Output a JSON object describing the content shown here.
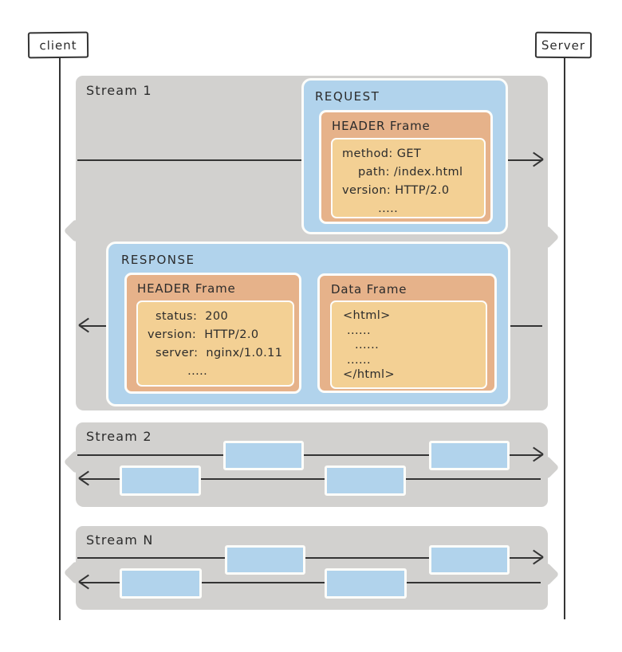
{
  "diagram": {
    "client": "client",
    "server": "Server",
    "stream1": {
      "label": "Stream 1",
      "request": {
        "label": "REQUEST",
        "header_frame": {
          "label": "HEADER Frame",
          "lines": [
            "method: GET",
            "    path: /index.html",
            "version: HTTP/2.0",
            "         ....."
          ]
        }
      },
      "response": {
        "label": "RESPONSE",
        "header_frame": {
          "label": "HEADER Frame",
          "lines": [
            "  status:  200",
            "version:  HTTP/2.0",
            "  server:  nginx/1.0.11",
            "          ....."
          ]
        },
        "data_frame": {
          "label": "Data Frame",
          "lines": [
            "<html>",
            " ......",
            "   ......",
            " ......",
            "</html>"
          ]
        }
      }
    },
    "stream2": {
      "label": "Stream 2"
    },
    "streamN": {
      "label": "Stream N"
    },
    "colors": {
      "band": "#d2d1cf",
      "frame_blue": "#b1d3ec",
      "frame_orange": "#e6b28a",
      "frame_tan": "#f3d094",
      "stroke": "#343434"
    }
  }
}
